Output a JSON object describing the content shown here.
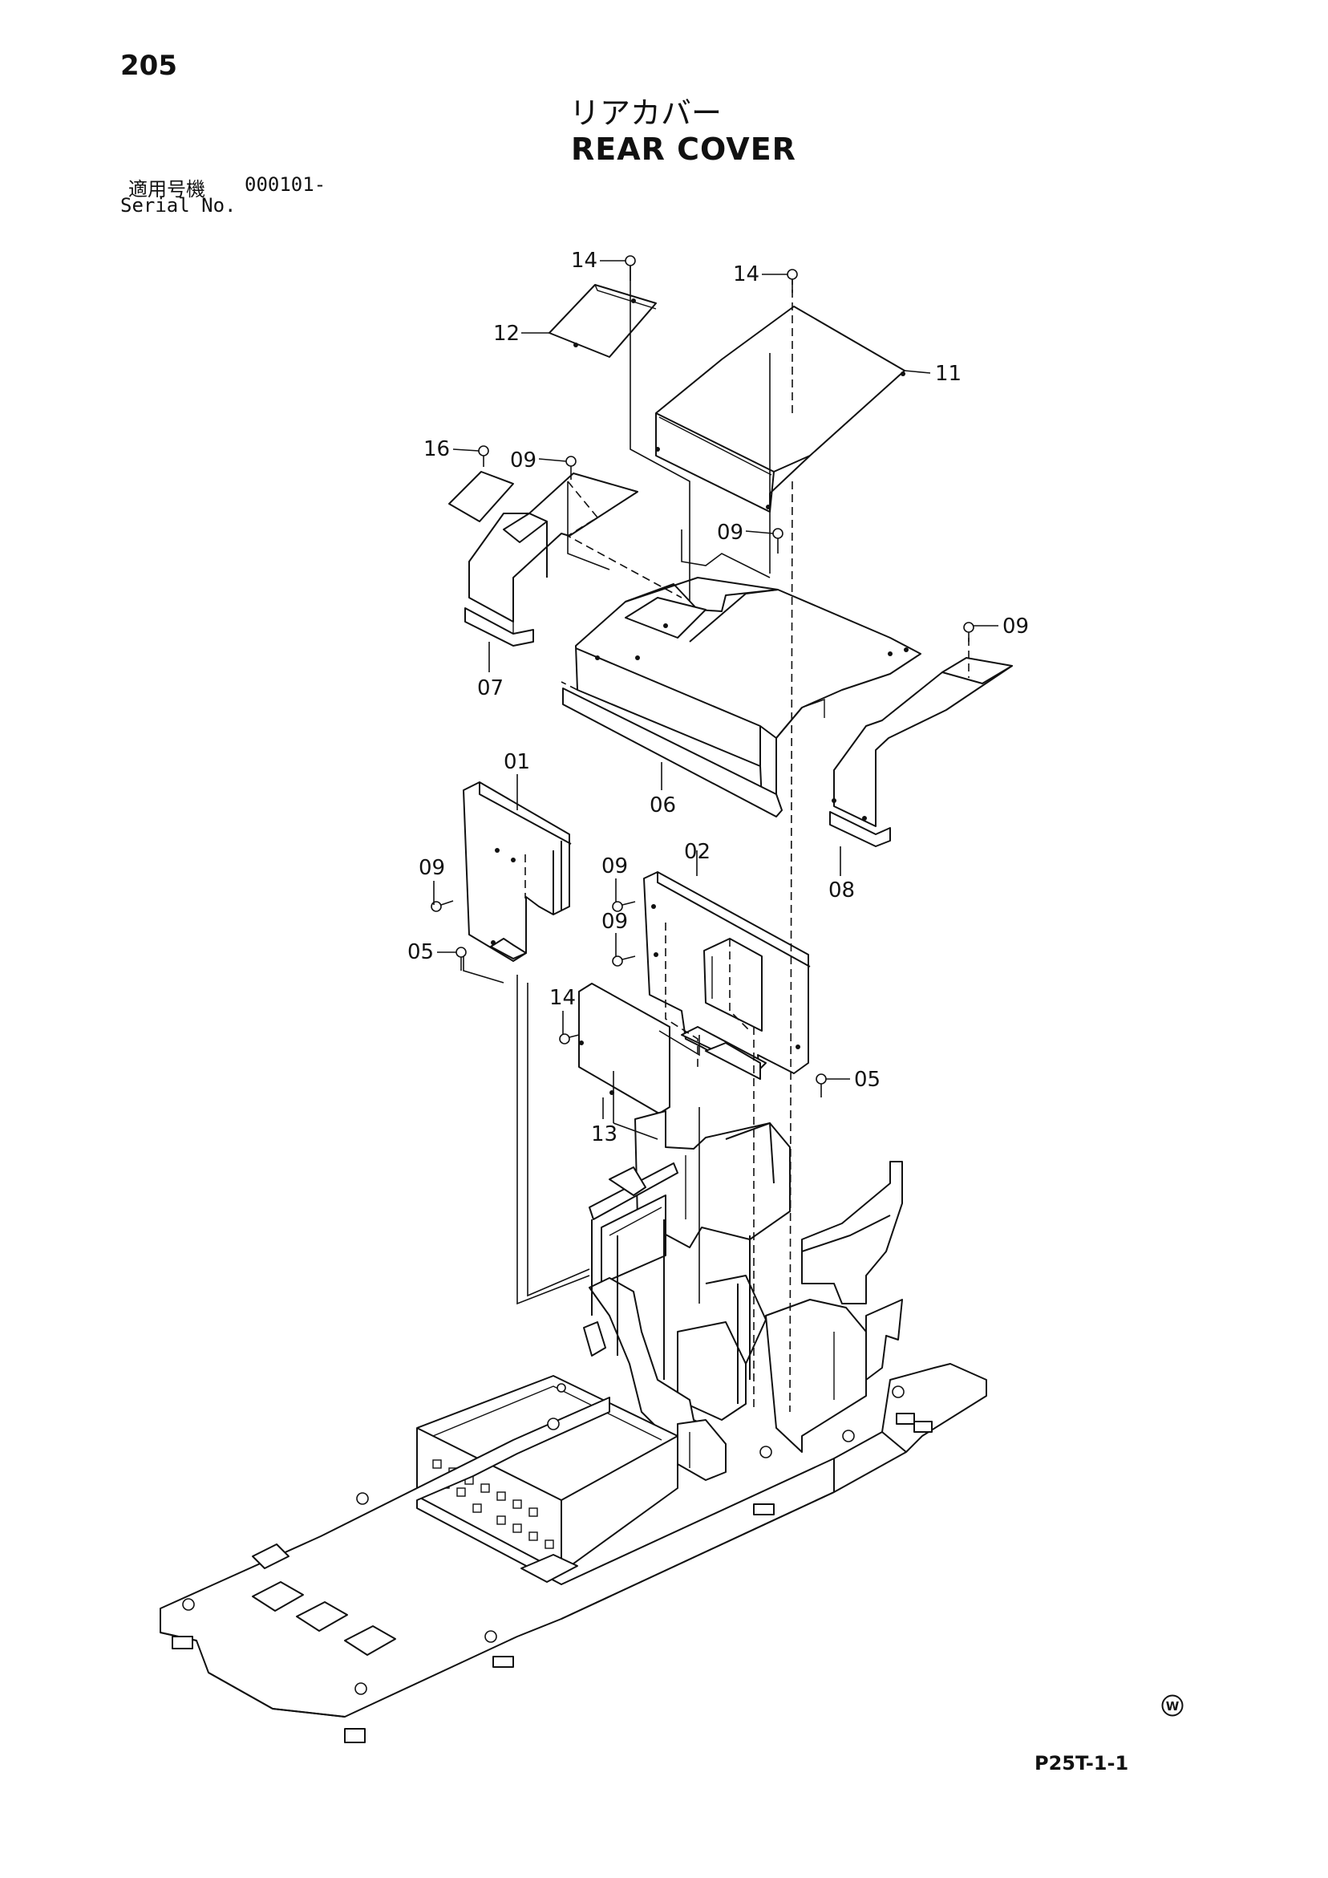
{
  "page": {
    "page_number": "205",
    "title_jp": "リアカバー",
    "title_en": "REAR COVER",
    "serial_label_jp": "適用号機",
    "serial_value": "000101-",
    "serial_label_en": "Serial No.",
    "drawing_code": "P25T-1-1",
    "mark_symbol": "W"
  },
  "callouts": [
    {
      "id": "c14a",
      "label": "14"
    },
    {
      "id": "c14b",
      "label": "14"
    },
    {
      "id": "c12",
      "label": "12"
    },
    {
      "id": "c11",
      "label": "11"
    },
    {
      "id": "c16",
      "label": "16"
    },
    {
      "id": "c09a",
      "label": "09"
    },
    {
      "id": "c09b",
      "label": "09"
    },
    {
      "id": "c09c",
      "label": "09"
    },
    {
      "id": "c07",
      "label": "07"
    },
    {
      "id": "c06",
      "label": "06"
    },
    {
      "id": "c08",
      "label": "08"
    },
    {
      "id": "c01",
      "label": "01"
    },
    {
      "id": "c09d",
      "label": "09"
    },
    {
      "id": "c09e",
      "label": "09"
    },
    {
      "id": "c02",
      "label": "02"
    },
    {
      "id": "c09f",
      "label": "09"
    },
    {
      "id": "c05a",
      "label": "05"
    },
    {
      "id": "c14c",
      "label": "14"
    },
    {
      "id": "c05b",
      "label": "05"
    },
    {
      "id": "c13",
      "label": "13"
    }
  ]
}
